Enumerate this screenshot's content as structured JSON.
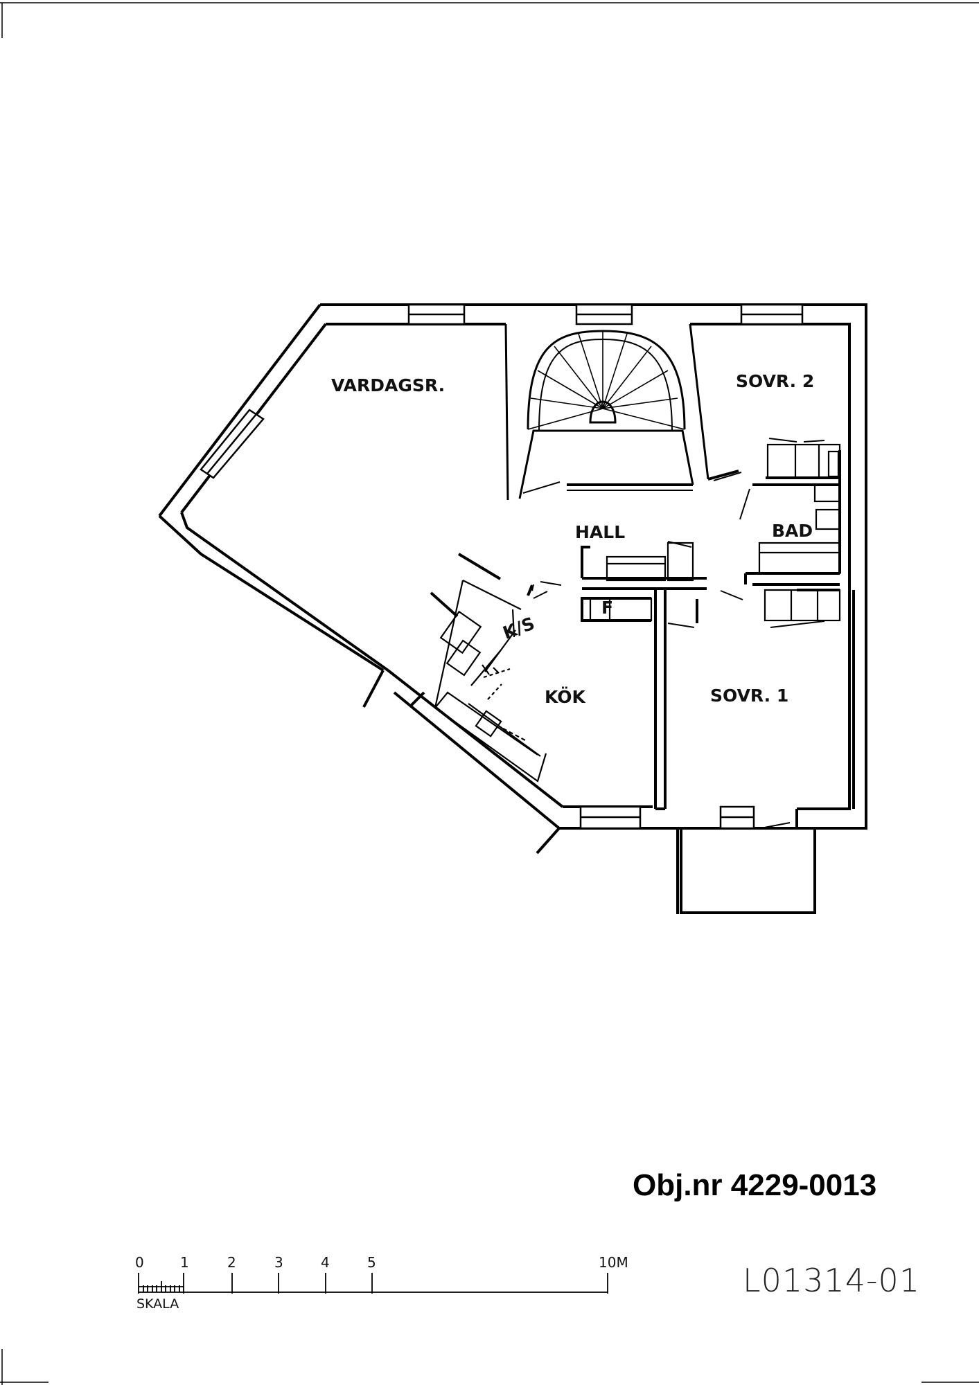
{
  "rooms": {
    "vardagsr": "VARDAGSR.",
    "sovr2": "SOVR. 2",
    "hall": "HALL",
    "bad": "BAD",
    "kok": "KÖK",
    "sovr1": "SOVR. 1",
    "ks": "K/S",
    "f": "F"
  },
  "scale": {
    "label": "SKALA",
    "ticks": [
      "0",
      "1",
      "2",
      "3",
      "4",
      "5",
      "10M"
    ]
  },
  "object_number": "Obj.nr 4229-0013",
  "drawing_code": "L01314-01"
}
